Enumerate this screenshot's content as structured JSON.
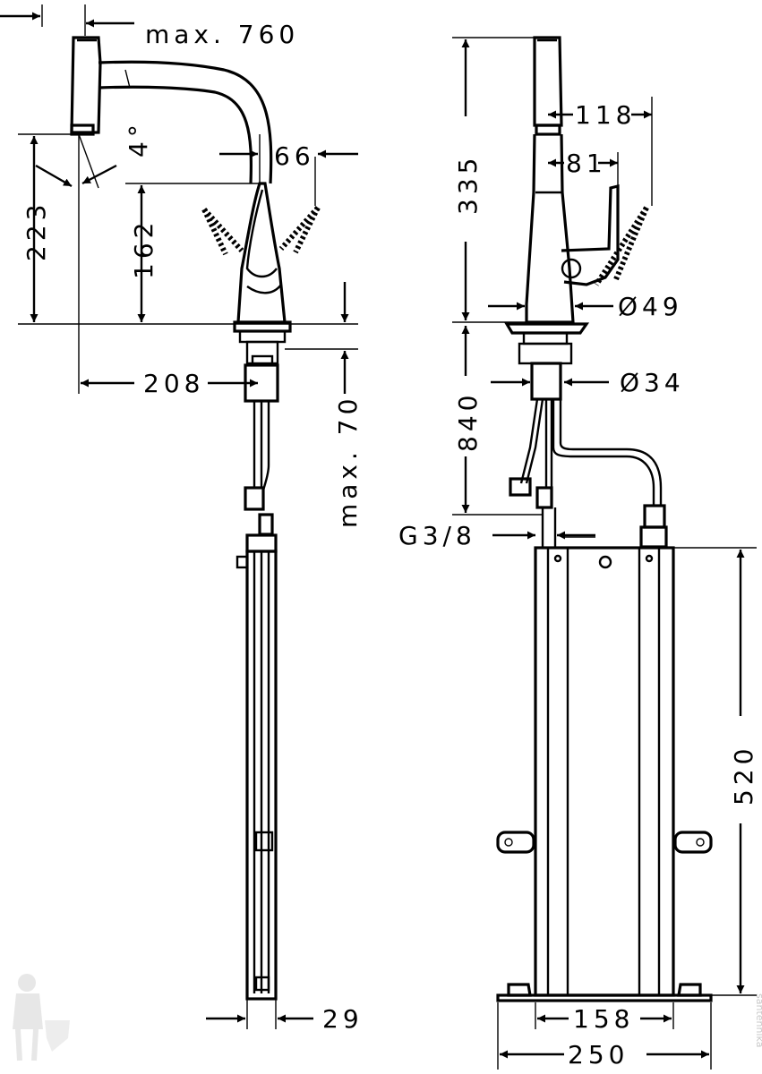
{
  "dimensions": {
    "max_760": "max. 760",
    "angle_4": "4°",
    "d223": "223",
    "d162": "162",
    "d66": "66",
    "d208": "208",
    "max_70": "max. 70",
    "d29": "29",
    "d335": "335",
    "d118": "118",
    "d81": "81",
    "dia49": "Ø49",
    "dia34": "Ø34",
    "d840": "840",
    "g38": "G3/8",
    "d520": "520",
    "d158": "158",
    "d250": "250"
  },
  "watermark": "santehnika"
}
